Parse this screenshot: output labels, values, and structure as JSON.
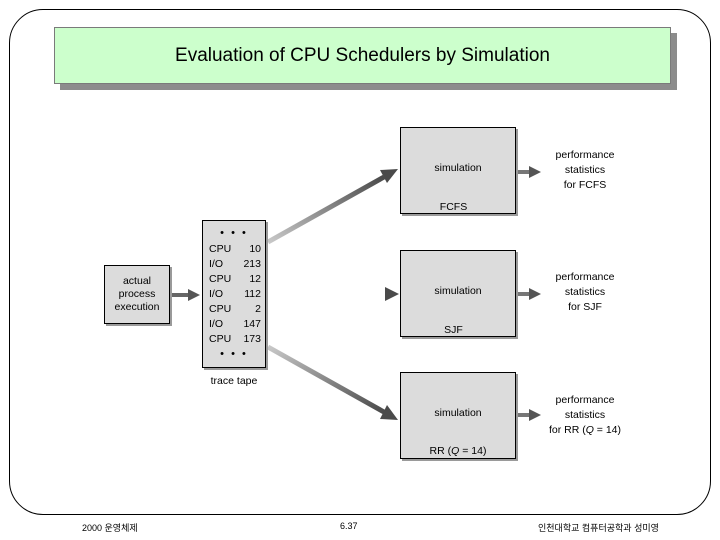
{
  "title": "Evaluation of CPU Schedulers by Simulation",
  "actual_process": "actual\nprocess\nexecution",
  "trace_tape": {
    "dots": "• • •",
    "rows": [
      {
        "label": "CPU",
        "value": "10"
      },
      {
        "label": "I/O",
        "value": "213"
      },
      {
        "label": "CPU",
        "value": "12"
      },
      {
        "label": "I/O",
        "value": "112"
      },
      {
        "label": "CPU",
        "value": "2"
      },
      {
        "label": "I/O",
        "value": "147"
      },
      {
        "label": "CPU",
        "value": "173"
      }
    ],
    "label": "trace tape"
  },
  "simulations": [
    {
      "label": "simulation",
      "algorithm": "FCFS",
      "performance": "performance\nstatistics\nfor FCFS"
    },
    {
      "label": "simulation",
      "algorithm": "SJF",
      "performance": "performance\nstatistics\nfor SJF"
    },
    {
      "label": "simulation",
      "algorithm_prefix": "RR (",
      "algorithm_q": "Q",
      "algorithm_suffix": " = 14)",
      "performance_main": "performance\nstatistics",
      "performance_prefix": "for RR (",
      "performance_q": "Q",
      "performance_suffix": " = 14)"
    }
  ],
  "footer": {
    "left": "2000 운영체제",
    "center": "6.37",
    "right": "인천대학교 컴퓨터공학과 성미영"
  }
}
